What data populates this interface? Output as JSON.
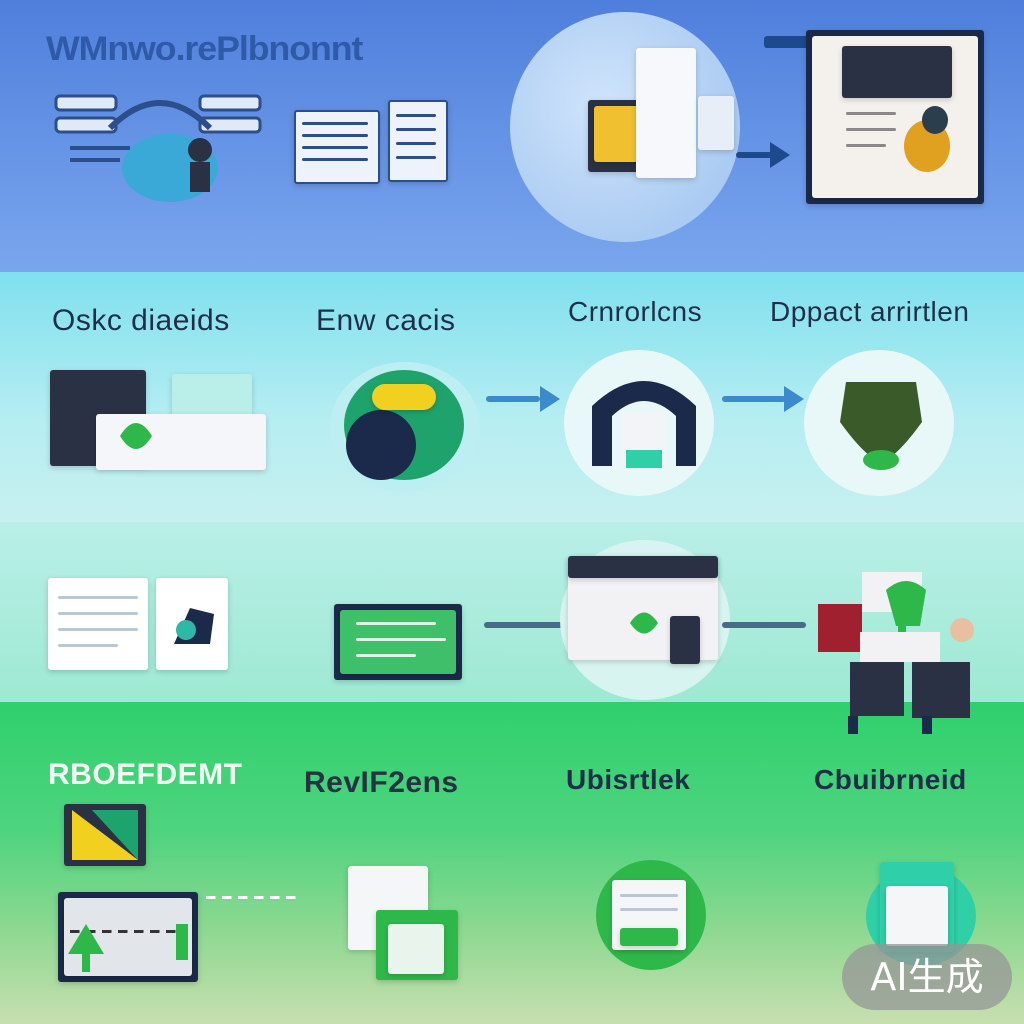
{
  "header": {
    "title": "WMnwo.rePlbnonnt"
  },
  "steps_row1": [
    {
      "label": "Oskc diaeids"
    },
    {
      "label": "Enw cacis"
    },
    {
      "label": "Crnrorlcns"
    },
    {
      "label": "Dppact arrirtlen"
    }
  ],
  "steps_row3": [
    {
      "label": "RBOEFDEMT"
    },
    {
      "label": "RevIF2ens"
    },
    {
      "label": "Ubisrtlek"
    },
    {
      "label": "Cbuibrneid"
    }
  ],
  "badge": {
    "label": "AI生成"
  },
  "colors": {
    "top_band": "#4f7fdc",
    "mid_band": "#9fe4ec",
    "bottom_band": "#2fd06c",
    "accent_navy": "#1b2a4a",
    "accent_green": "#2fb84a"
  }
}
